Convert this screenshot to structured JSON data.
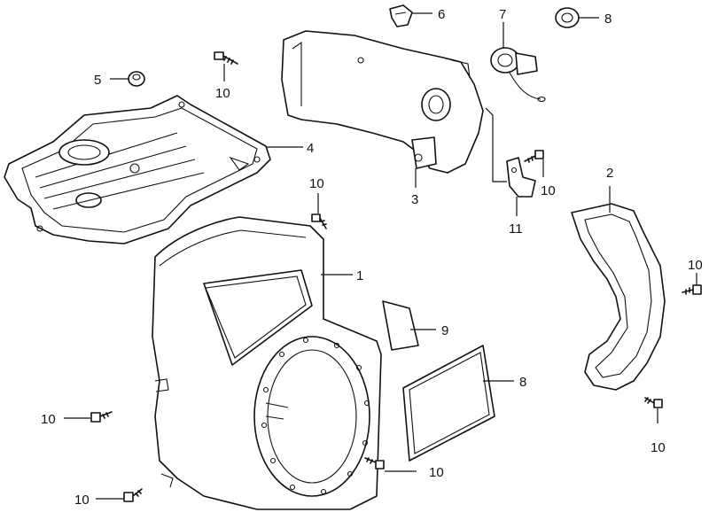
{
  "diagram": {
    "callouts": {
      "part_1": "1",
      "part_2": "2",
      "part_3": "3",
      "part_4": "4",
      "part_5": "5",
      "part_6": "6",
      "part_7": "7",
      "part_8_top": "8",
      "part_8_gasket": "8",
      "part_9": "9",
      "part_10_a": "10",
      "part_10_b": "10",
      "part_10_c": "10",
      "part_10_d": "10",
      "part_10_e": "10",
      "part_10_f": "10",
      "part_10_g": "10",
      "part_10_h": "10",
      "part_11": "11"
    }
  }
}
